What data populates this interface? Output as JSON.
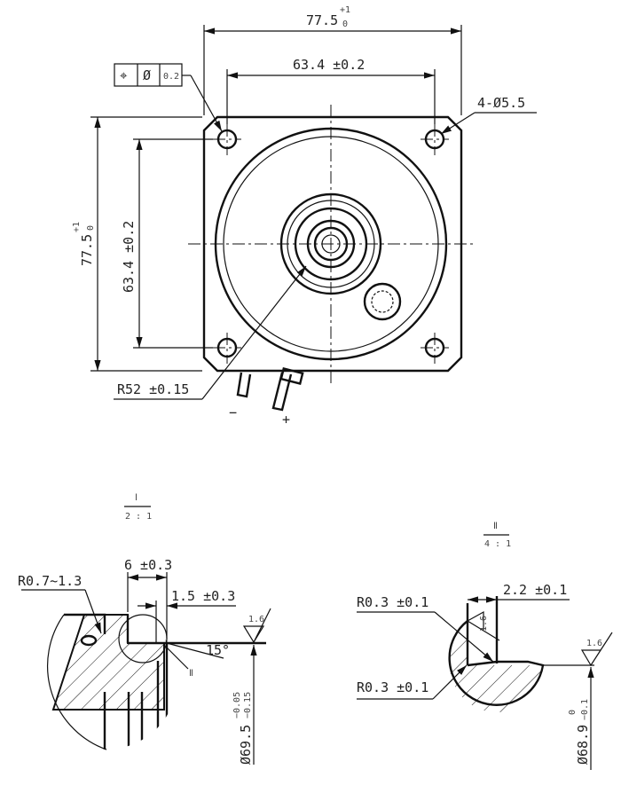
{
  "main_view": {
    "width_dim": "77.5",
    "width_tol_upper": "+1",
    "width_tol_lower": "0",
    "hole_spacing_h": "63.4 ±0.2",
    "height_dim": "77.5",
    "height_tol_upper": "+1",
    "height_tol_lower": "0",
    "hole_spacing_v": "63.4 ±0.2",
    "holes": "4-Ø5.5",
    "radius": "R52 ±0.15",
    "position_tol_symbol": "⌖",
    "position_tol_dia": "Ø",
    "position_tol_value": "0.2",
    "terminal_minus": "−",
    "terminal_plus": "+"
  },
  "detail_1": {
    "label": "Ⅰ",
    "scale": "2 : 1",
    "radius": "R0.7~1.3",
    "width": "6 ±0.3",
    "offset": "1.5 ±0.3",
    "angle": "15°",
    "ref": "Ⅱ",
    "roughness": "1.6",
    "diameter": "Ø69.5",
    "dia_tol_upper": "−0.05",
    "dia_tol_lower": "−0.15"
  },
  "detail_2": {
    "label": "Ⅱ",
    "scale": "4 : 1",
    "width": "2.2 ±0.1",
    "radius_top": "R0.3 ±0.1",
    "radius_bottom": "R0.3 ±0.1",
    "roughness_side": "1.6",
    "roughness": "1.6",
    "diameter": "Ø68.9",
    "dia_tol_upper": "0",
    "dia_tol_lower": "−0.1"
  }
}
